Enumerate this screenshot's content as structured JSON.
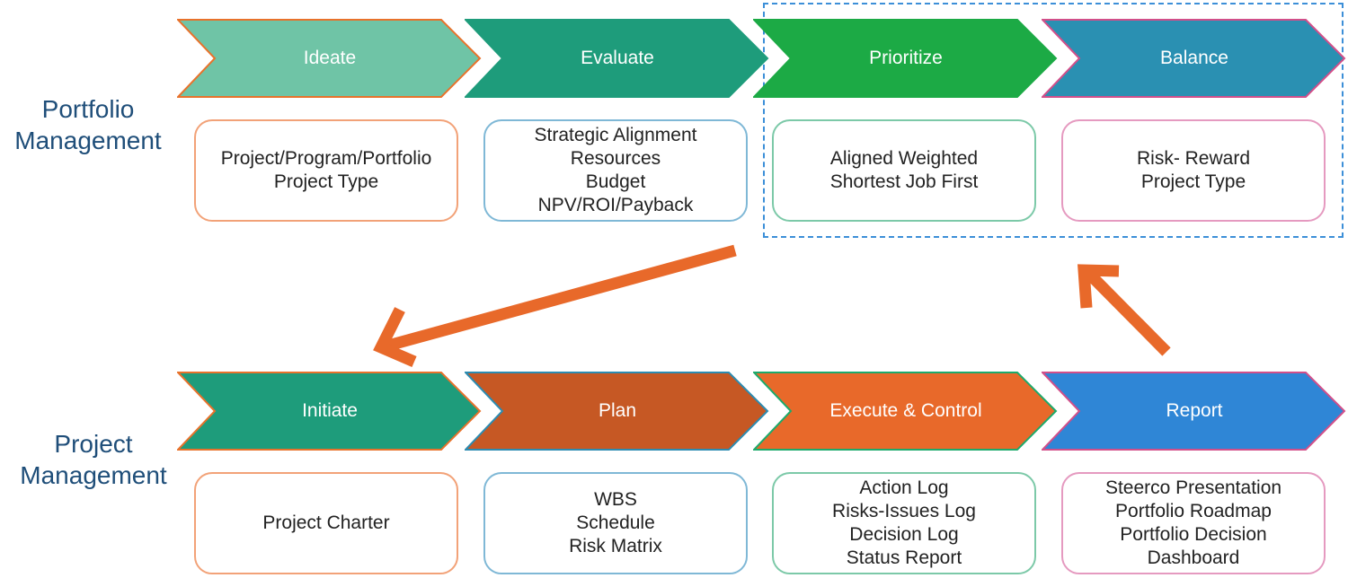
{
  "rows": [
    {
      "label_lines": [
        "Portfolio",
        "Management"
      ],
      "steps": [
        {
          "label": "Ideate",
          "fill": "#6fc4a6",
          "stroke": "#e8722b",
          "box_lines": [
            "Project/Program/Portfolio",
            "Project Type"
          ],
          "box_border": "#f2a278"
        },
        {
          "label": "Evaluate",
          "fill": "#1e9c7b",
          "stroke": "#1e9c7b",
          "box_lines": [
            "Strategic Alignment",
            "Resources",
            "Budget",
            "NPV/ROI/Payback"
          ],
          "box_border": "#7fb8d6"
        },
        {
          "label": "Prioritize",
          "fill": "#1caa45",
          "stroke": "#1caa45",
          "box_lines": [
            "Aligned Weighted",
            "Shortest Job First"
          ],
          "box_border": "#7cc9a8"
        },
        {
          "label": "Balance",
          "fill": "#2a90b2",
          "stroke": "#d24f8a",
          "box_lines": [
            "Risk- Reward",
            "Project Type"
          ],
          "box_border": "#e59ac0"
        }
      ]
    },
    {
      "label_lines": [
        "Project",
        "Management"
      ],
      "steps": [
        {
          "label": "Initiate",
          "fill": "#1e9c7b",
          "stroke": "#e8722b",
          "box_lines": [
            "Project Charter"
          ],
          "box_border": "#f2a278"
        },
        {
          "label": "Plan",
          "fill": "#c65824",
          "stroke": "#2c8bb0",
          "box_lines": [
            "WBS",
            "Schedule",
            "Risk Matrix"
          ],
          "box_border": "#7fb8d6"
        },
        {
          "label": "Execute & Control",
          "fill": "#e8692a",
          "stroke": "#1caa6b",
          "box_lines": [
            "Action Log",
            "Risks-Issues Log",
            "Decision Log",
            "Status Report"
          ],
          "box_border": "#7cc9a8"
        },
        {
          "label": "Report",
          "fill": "#2f86d6",
          "stroke": "#d24f8a",
          "box_lines": [
            "Steerco Presentation",
            "Portfolio Roadmap",
            "Portfolio Decision",
            "Dashboard"
          ],
          "box_border": "#e59ac0"
        }
      ]
    }
  ],
  "colors": {
    "arrow": "#e8692a",
    "dashed_border": "#3c8fd8",
    "row_label": "#1f4e79"
  }
}
